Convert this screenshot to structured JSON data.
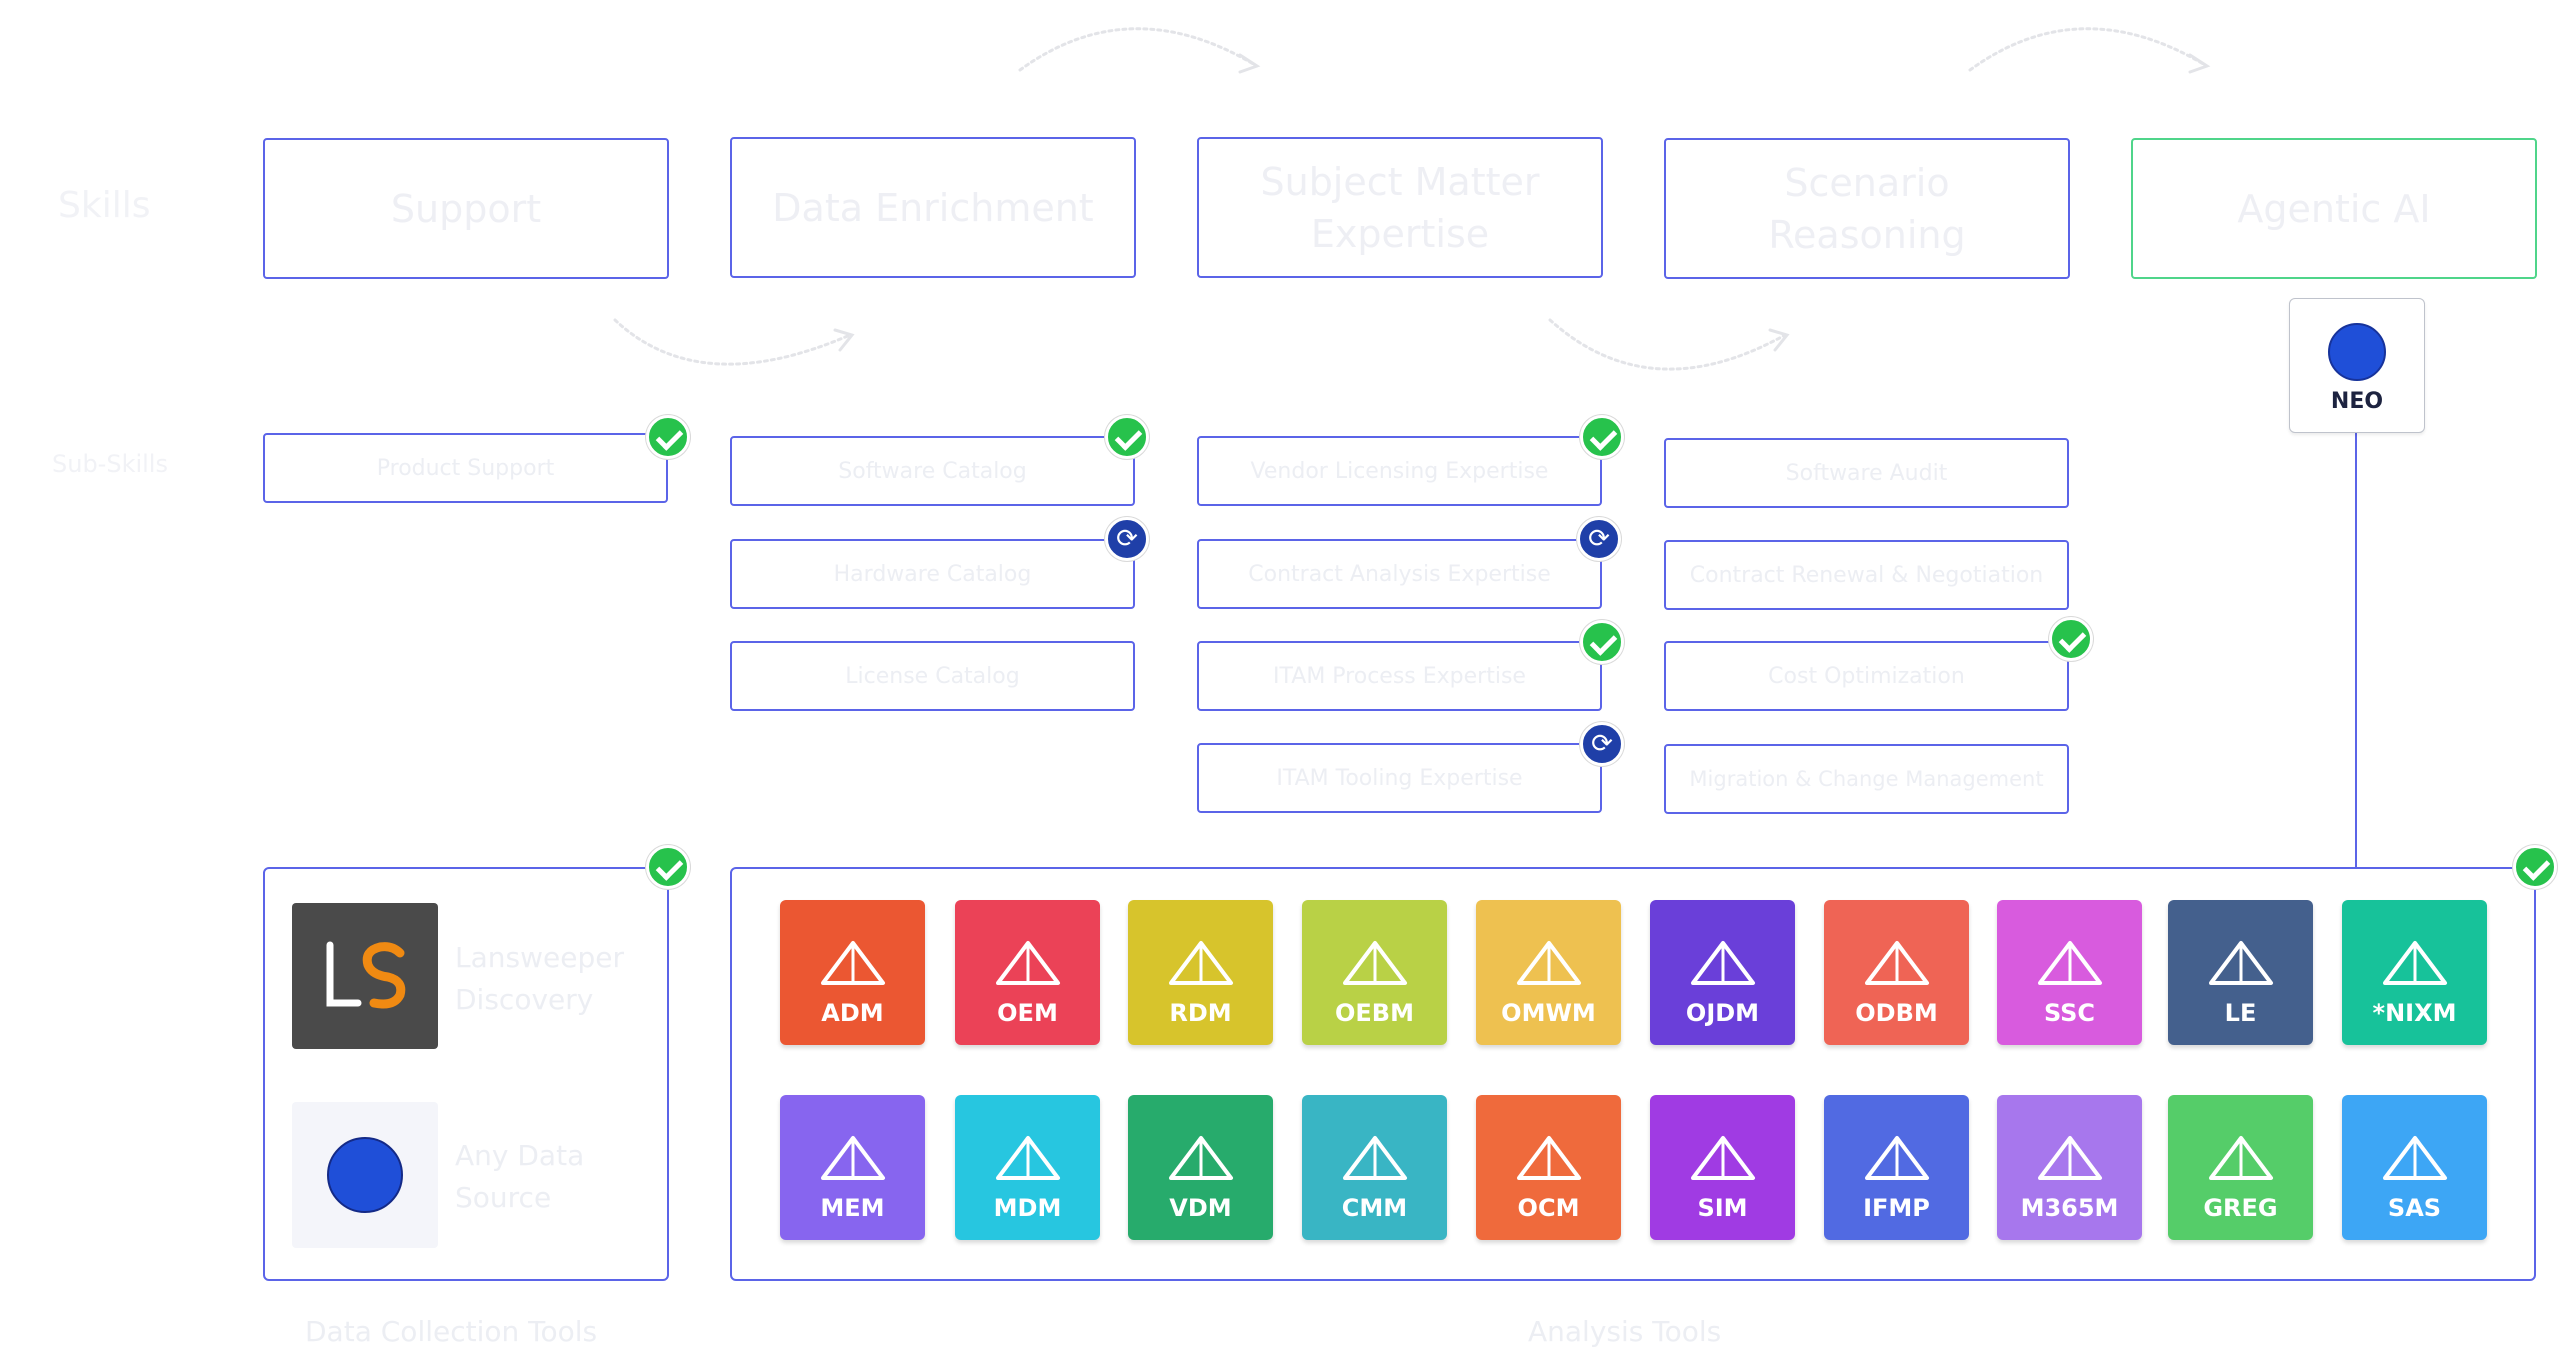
{
  "labels": {
    "skills": "Skills",
    "sub_skills": "Sub-Skills"
  },
  "skills": [
    {
      "name": "Support"
    },
    {
      "name": "Data Enrichment"
    },
    {
      "name": "Subject Matter Expertise"
    },
    {
      "name": "Scenario Reasoning"
    },
    {
      "name": "Agentic AI"
    }
  ],
  "sub_skills": {
    "support": [
      {
        "label": "Product Support",
        "status": "done"
      }
    ],
    "enrichment": [
      {
        "label": "Software Catalog",
        "status": "done"
      },
      {
        "label": "Hardware Catalog",
        "status": "in-progress"
      },
      {
        "label": "License Catalog",
        "status": "none"
      }
    ],
    "expertise": [
      {
        "label": "Vendor Licensing Expertise",
        "status": "done"
      },
      {
        "label": "Contract Analysis Expertise",
        "status": "in-progress"
      },
      {
        "label": "ITAM Process Expertise",
        "status": "done"
      },
      {
        "label": "ITAM Tooling Expertise",
        "status": "in-progress"
      }
    ],
    "reasoning": [
      {
        "label": "Software Audit",
        "status": "none"
      },
      {
        "label": "Contract Renewal & Negotiation",
        "status": "none"
      },
      {
        "label": "Cost Optimization",
        "status": "done"
      },
      {
        "label": "Migration & Change Management",
        "status": "none"
      }
    ]
  },
  "neo": {
    "label": "NEO",
    "dot_color": "#1f4fd8"
  },
  "data_collection": {
    "caption": "Data Collection Tools",
    "tools": [
      {
        "logo_text": "LS",
        "name": "Lansweeper Discovery"
      },
      {
        "name": "Any Data Source"
      }
    ]
  },
  "analysis": {
    "caption": "Analysis Tools",
    "tools": [
      {
        "label": "ADM",
        "color": "#eb5732"
      },
      {
        "label": "OEM",
        "color": "#eb4257"
      },
      {
        "label": "RDM",
        "color": "#d7c42c"
      },
      {
        "label": "OEBM",
        "color": "#b9d146"
      },
      {
        "label": "OMWM",
        "color": "#eec150"
      },
      {
        "label": "OJDM",
        "color": "#6a3fd9"
      },
      {
        "label": "ODBM",
        "color": "#ef6455"
      },
      {
        "label": "SSC",
        "color": "#d85bde"
      },
      {
        "label": "LE",
        "color": "#44608d"
      },
      {
        "label": "*NIXM",
        "color": "#17c29a"
      },
      {
        "label": "MEM",
        "color": "#8765ef"
      },
      {
        "label": "MDM",
        "color": "#27c6e0"
      },
      {
        "label": "VDM",
        "color": "#27ab6c"
      },
      {
        "label": "CMM",
        "color": "#39b5c4"
      },
      {
        "label": "OCM",
        "color": "#ef6a3c"
      },
      {
        "label": "SIM",
        "color": "#a03be3"
      },
      {
        "label": "IFMP",
        "color": "#516ae2"
      },
      {
        "label": "M365M",
        "color": "#a777ed"
      },
      {
        "label": "GREG",
        "color": "#55cd69"
      },
      {
        "label": "SAS",
        "color": "#3da6f5"
      }
    ]
  }
}
